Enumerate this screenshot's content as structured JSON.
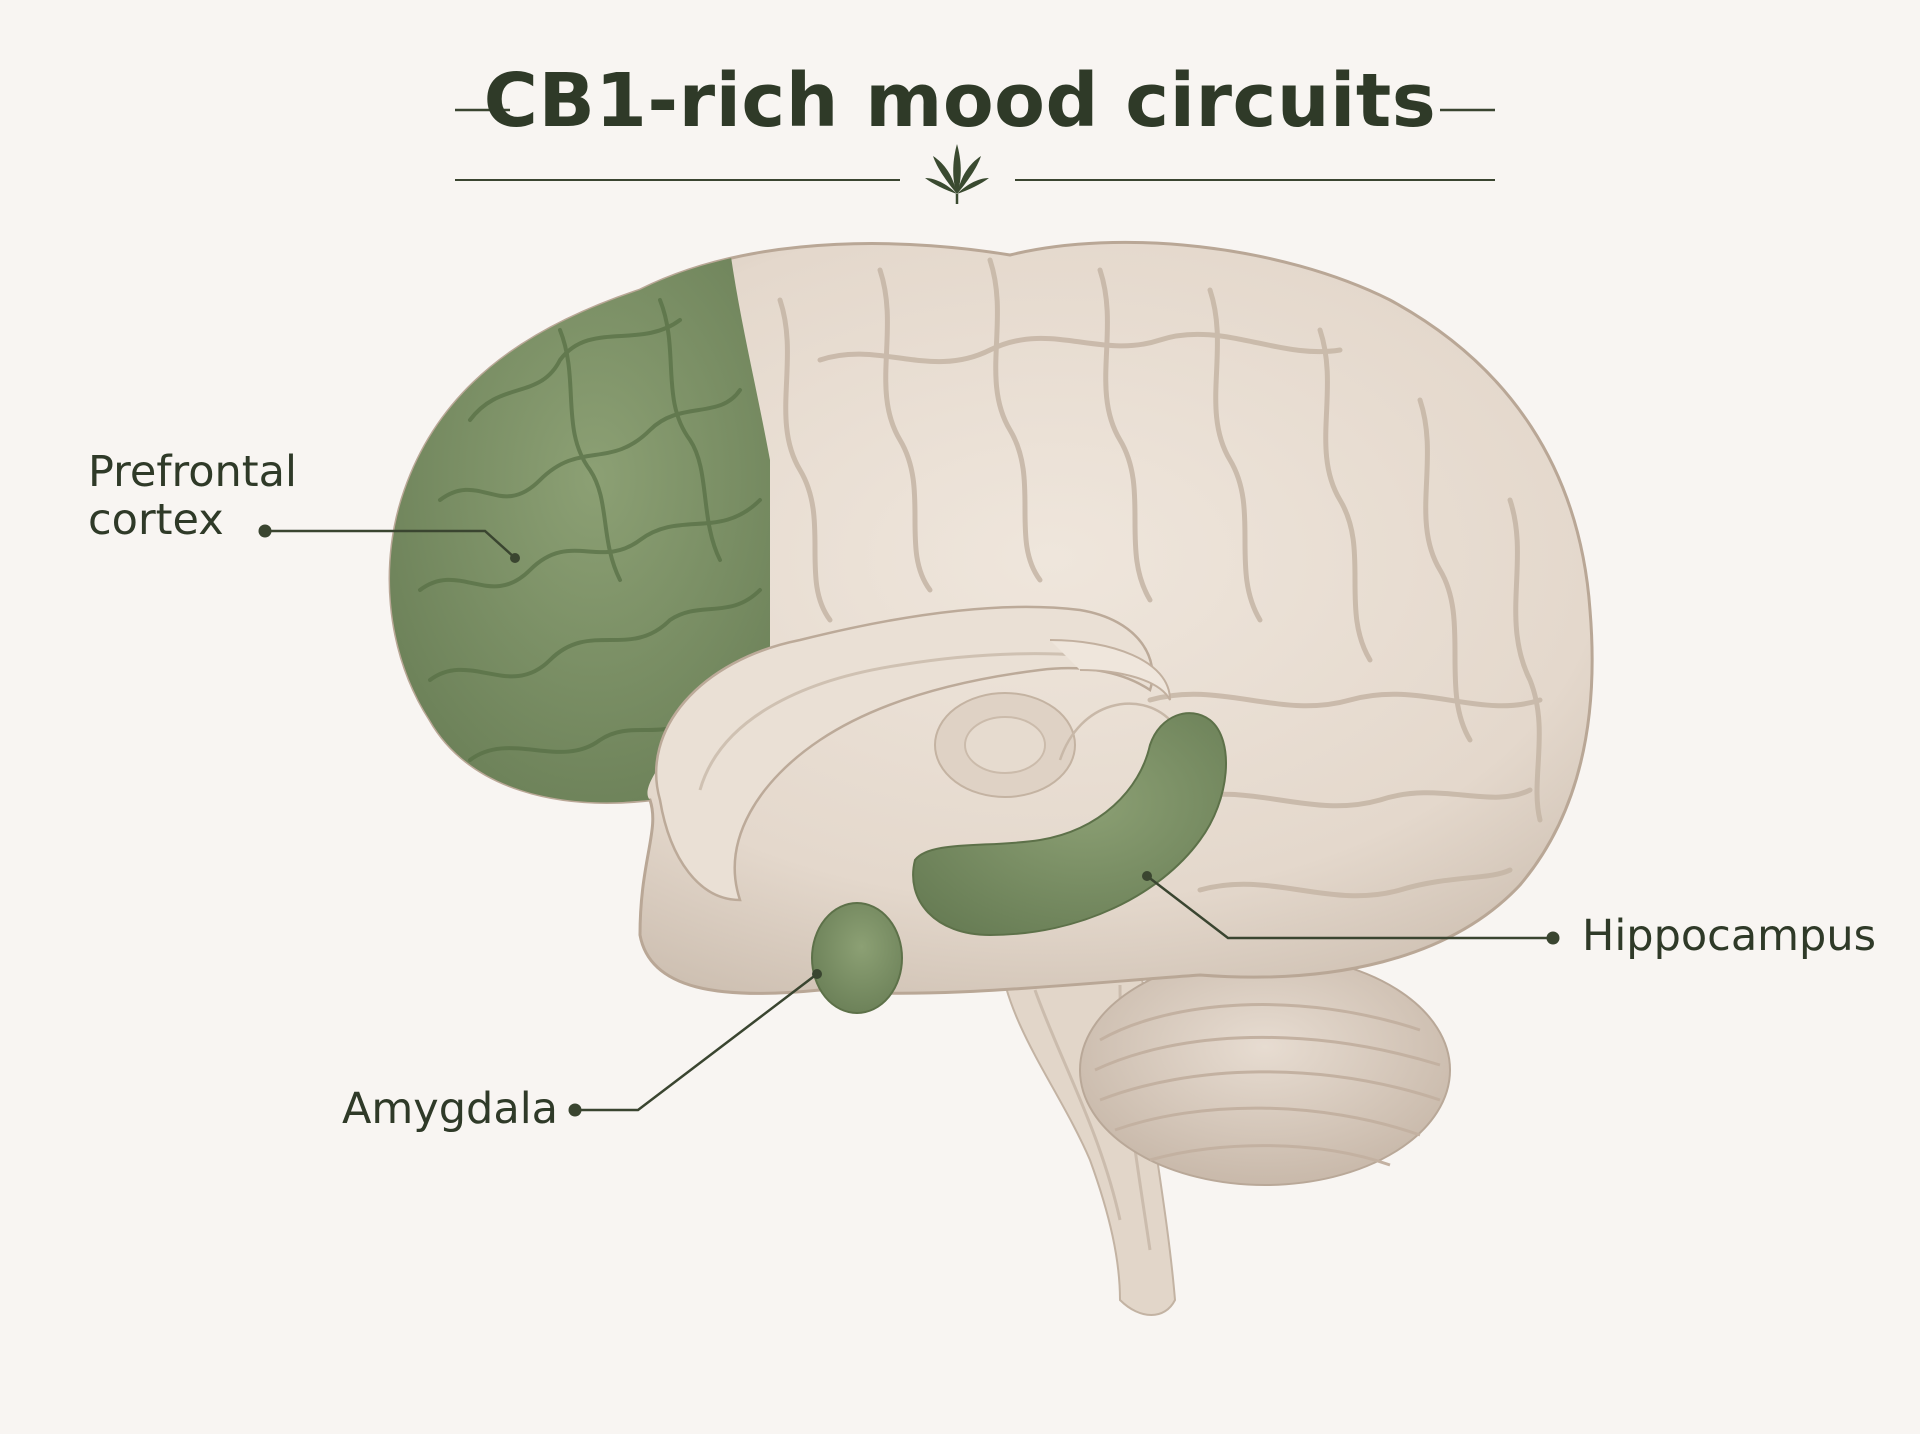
{
  "title": "CB1-rich mood circuits",
  "labels": {
    "prefrontal_line1": "Prefrontal",
    "prefrontal_line2": "cortex",
    "hippocampus": "Hippocampus",
    "amygdala": "Amygdala"
  },
  "colors": {
    "background": "#f8f5f2",
    "ink": "#2f3a28",
    "highlight": "#7e9468",
    "highlight_dark": "#6a7f56",
    "tissue": "#e7dcd1",
    "tissue_shadow": "#cdbfb1"
  },
  "icons": {
    "divider": "cannabis-leaf-icon"
  }
}
